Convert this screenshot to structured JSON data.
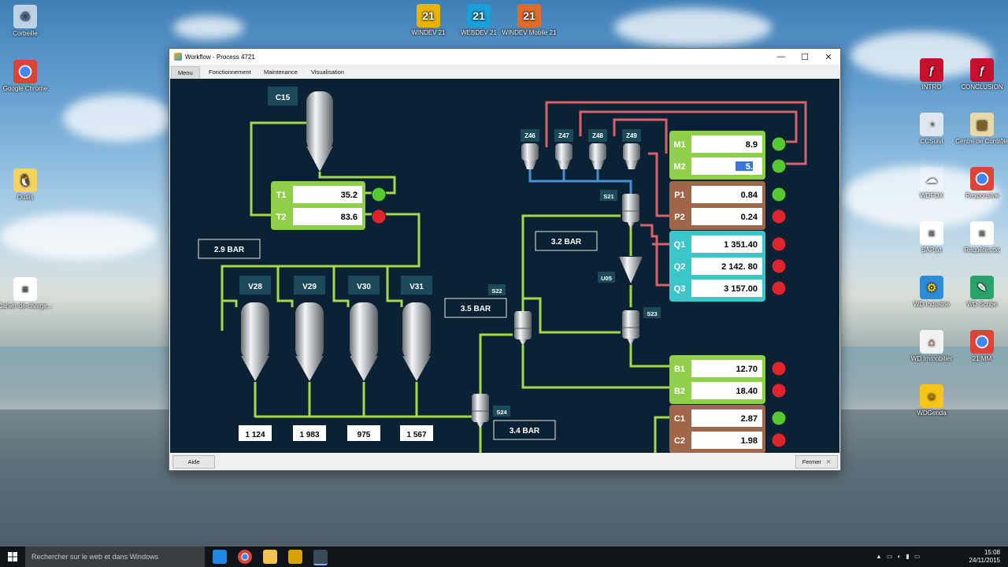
{
  "desktop": {
    "left_icons": [
      {
        "label": "Corbeille",
        "icon": "recycle-bin-icon"
      },
      {
        "label": "Google Chrome",
        "icon": "chrome-icon"
      },
      {
        "label": "Outils",
        "icon": "tools-folder-icon"
      },
      {
        "label": "Cahier-de-charge...",
        "icon": "document-icon"
      }
    ],
    "top_icons": [
      {
        "label": "WINDEV 21",
        "icon": "windev-icon",
        "number": "21",
        "color": "#e8b400"
      },
      {
        "label": "WEBDEV 21",
        "icon": "webdev-icon",
        "number": "21",
        "color": "#18a0d8"
      },
      {
        "label": "WINDEV Mobile 21",
        "icon": "windev-mobile-icon",
        "number": "21",
        "color": "#e06a2a"
      }
    ],
    "right_icons": [
      {
        "label": "INTRO",
        "icon": "flash-icon"
      },
      {
        "label": "CONCLUSION",
        "icon": "flash-icon"
      },
      {
        "label": "CCSuivi",
        "icon": "ccsuivi-icon"
      },
      {
        "label": "Centre de Contrôle",
        "icon": "control-center-icon"
      },
      {
        "label": "WDFOX",
        "icon": "weather-icon"
      },
      {
        "label": "Responsive",
        "icon": "chrome-icon"
      },
      {
        "label": "SAP.txt",
        "icon": "text-file-icon"
      },
      {
        "label": "Requêtes.txt",
        "icon": "text-file-icon"
      },
      {
        "label": "WD Industrie",
        "icon": "wd-industrie-icon"
      },
      {
        "label": "WD Scribe",
        "icon": "pen-icon"
      },
      {
        "label": "WD Immobilier",
        "icon": "house-icon"
      },
      {
        "label": "21 MM",
        "icon": "chrome-icon"
      },
      {
        "label": "WDGenda",
        "icon": "smiley-icon"
      }
    ]
  },
  "window": {
    "title": "Workflow - Process 4721",
    "minimize": "—",
    "maximize": "☐",
    "close": "✕",
    "tabs": [
      "Menu",
      "Fonctionnement",
      "Maintenance",
      "Visualisation"
    ],
    "active_tab": "Menu",
    "help_button": "Aide",
    "close_button": "Fermer"
  },
  "process": {
    "silo_top": "C15",
    "silos": [
      "V28",
      "V29",
      "V30",
      "V31"
    ],
    "silo_counts": [
      "1 124",
      "1 983",
      "975",
      "1 567"
    ],
    "valves": [
      "Z46",
      "Z47",
      "Z48",
      "Z49"
    ],
    "switches": {
      "s21": "S21",
      "s22": "S22",
      "s23": "S23",
      "s24": "S24",
      "u05": "U05"
    },
    "pressures": {
      "p1": "2.9 BAR",
      "p2": "3.2 BAR",
      "p3": "3.5 BAR",
      "p4": "3.4 BAR"
    },
    "tank_panel": {
      "rows": [
        {
          "label": "T1",
          "value": "35.2",
          "status": "green"
        },
        {
          "label": "T2",
          "value": "83.6",
          "status": "red"
        }
      ]
    },
    "panels": [
      {
        "name": "m",
        "color": "#8fcf4a",
        "rows": [
          {
            "label": "M1",
            "value": "8.9",
            "status": "green"
          },
          {
            "label": "M2",
            "value": "5.3",
            "status": "green",
            "selected": true
          }
        ]
      },
      {
        "name": "p",
        "color": "#a0664a",
        "rows": [
          {
            "label": "P1",
            "value": "0.84",
            "status": "green"
          },
          {
            "label": "P2",
            "value": "0.24",
            "status": "red"
          }
        ]
      },
      {
        "name": "q",
        "color": "#3cc6c9",
        "rows": [
          {
            "label": "Q1",
            "value": "1 351.40",
            "status": "red"
          },
          {
            "label": "Q2",
            "value": "2 142. 80",
            "status": "red"
          },
          {
            "label": "Q3",
            "value": "3 157.00",
            "status": "red"
          }
        ]
      },
      {
        "name": "b",
        "color": "#8fcf4a",
        "rows": [
          {
            "label": "B1",
            "value": "12.70",
            "status": "red"
          },
          {
            "label": "B2",
            "value": "18.40",
            "status": "red"
          }
        ]
      },
      {
        "name": "c",
        "color": "#a0664a",
        "rows": [
          {
            "label": "C1",
            "value": "2.87",
            "status": "green"
          },
          {
            "label": "C2",
            "value": "1.98",
            "status": "red"
          }
        ]
      }
    ],
    "colors": {
      "pipe_green": "#a6d84e",
      "pipe_red": "#d9606c",
      "pipe_blue": "#4a90d9",
      "led_green": "#55c832",
      "led_red": "#e0242b"
    }
  },
  "taskbar": {
    "search_placeholder": "Rechercher sur le web et dans Windows",
    "time": "15:08",
    "date": "24/11/2015"
  }
}
